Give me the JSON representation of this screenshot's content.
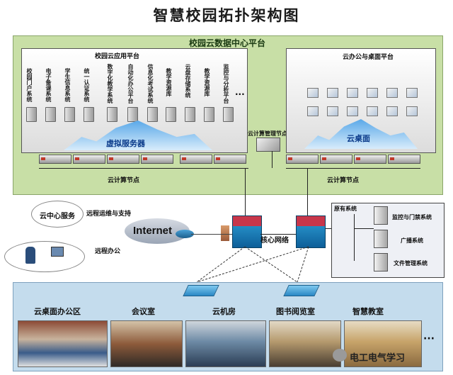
{
  "title": "智慧校园拓扑架构图",
  "platform": {
    "title": "校园云数据中心平台",
    "apps_title": "校园云应用平台",
    "apps": [
      "校园门户系统",
      "电子备课系统",
      "学生信息系统",
      "统一认证系统",
      "数字化教学系统",
      "自动化办公平台",
      "信息化考试系统",
      "教学资源库",
      "云盘存储系统",
      "教学资源库",
      "监控与分析平台"
    ],
    "apps_more": "···",
    "virtual_server": "虚拟服务器",
    "cloud_mgmt_node": "云计算管理节点",
    "desktop_title": "云办公与桌面平台",
    "cloud_desktop": "云桌面",
    "compute_node_left": "云计算节点",
    "compute_node_right": "云计算节点"
  },
  "network": {
    "cloud_service": "云中心服务",
    "remote_ops": "远程运维与支持",
    "internet": "Internet",
    "remote_office": "远程办公",
    "core_network": "核心网络"
  },
  "existing_systems": {
    "title": "原有系统",
    "items": [
      "监控与门禁系统",
      "广播系统",
      "文件管理系统"
    ]
  },
  "rooms": [
    "云桌面办公区",
    "会议室",
    "云机房",
    "图书阅览室",
    "智慧教室"
  ],
  "rooms_more": "···",
  "watermark": "电工电气学习"
}
